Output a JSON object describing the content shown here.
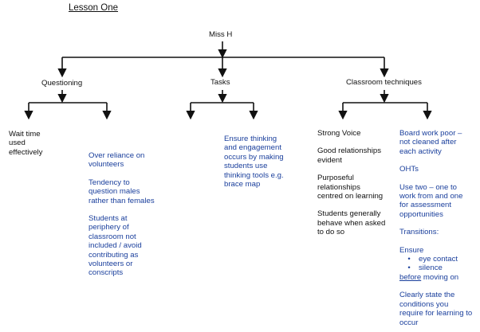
{
  "title": "Lesson One",
  "root": "Miss H",
  "branches": {
    "questioning": {
      "label": "Questioning",
      "left_leaf": [
        "Wait time",
        "used",
        "effectively"
      ],
      "right_leaf": {
        "blocks": [
          [
            "Over reliance on",
            "volunteers"
          ],
          [
            "Tendency to",
            "question males",
            "rather than females"
          ],
          [
            "Students at",
            "periphery of",
            "classroom not",
            "included / avoid",
            "contributing as",
            "volunteers or",
            "conscripts"
          ]
        ]
      }
    },
    "tasks": {
      "label": "Tasks",
      "leaf": [
        "Ensure thinking",
        "and engagement",
        "occurs by making",
        "students use",
        "thinking tools e.g.",
        "brace map"
      ]
    },
    "classroom": {
      "label": "Classroom techniques",
      "left_leaf": {
        "blocks": [
          [
            "Strong Voice"
          ],
          [
            "Good relationships",
            "evident"
          ],
          [
            "Purposeful",
            "relationships",
            "centred on learning"
          ],
          [
            "Students generally",
            "behave when asked",
            "to do so"
          ]
        ]
      },
      "right_leaf": {
        "board": [
          "Board work poor –",
          "not cleaned after",
          "each activity"
        ],
        "ohts": "OHTs",
        "use_two": [
          "Use two – one to",
          "work from and one",
          "for assessment",
          "opportunities"
        ],
        "transitions": "Transitions:",
        "ensure": "Ensure",
        "bullets": [
          "eye contact",
          "silence"
        ],
        "before": "before",
        "moving_on": " moving on",
        "clearly": [
          "Clearly state the",
          "conditions you",
          "require for learning to",
          "occur"
        ]
      }
    }
  },
  "colors": {
    "line": "#111111",
    "blue_text": "#1a3f9c"
  }
}
